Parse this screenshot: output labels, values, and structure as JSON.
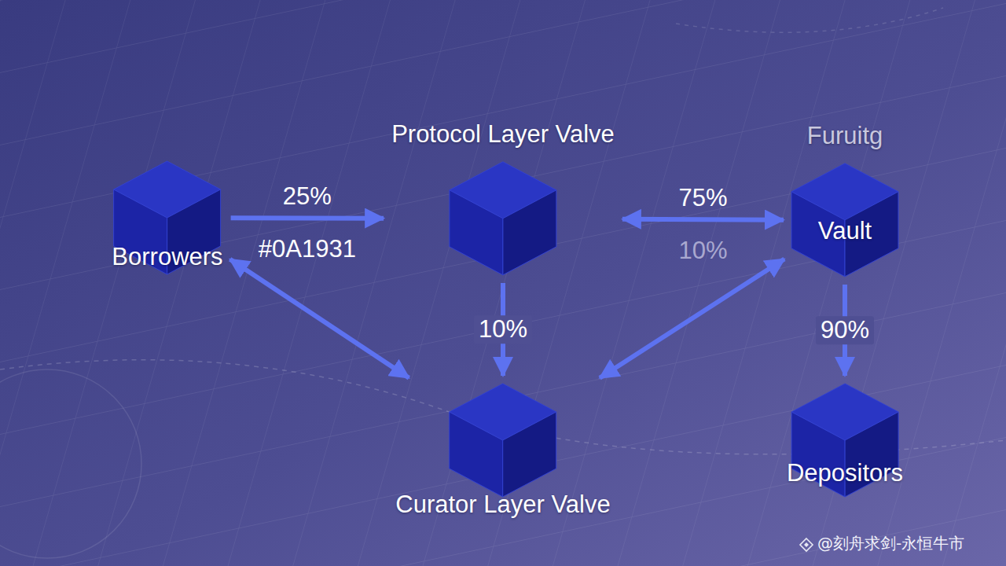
{
  "diagram": {
    "nodes": [
      {
        "text": [
          "Borrowers"
        ]
      },
      {
        "text": [
          "Protocol Layer Valve"
        ]
      },
      {
        "text": [
          "Furuitg",
          "Vault"
        ]
      },
      {
        "text": [
          "Curator Layer Valve"
        ]
      },
      {
        "text": [
          "Depositors"
        ]
      }
    ],
    "edges": [
      {
        "from": 0,
        "to": 1,
        "label": "25%",
        "arrow": "to"
      },
      {
        "from": 1,
        "to": 2,
        "label": "75%",
        "arrow": "both"
      },
      {
        "from": 1,
        "to": 3,
        "label": "10%",
        "arrow": "to"
      },
      {
        "from": 0,
        "to": 3,
        "arrow": "both"
      },
      {
        "from": 3,
        "to": 2,
        "arrow": "both"
      },
      {
        "from": 2,
        "to": 4,
        "label": "90%",
        "arrow": "to"
      }
    ],
    "labels": [
      "#0A1931",
      "10%",
      "@刻舟求剑-永恒牛市"
    ]
  }
}
